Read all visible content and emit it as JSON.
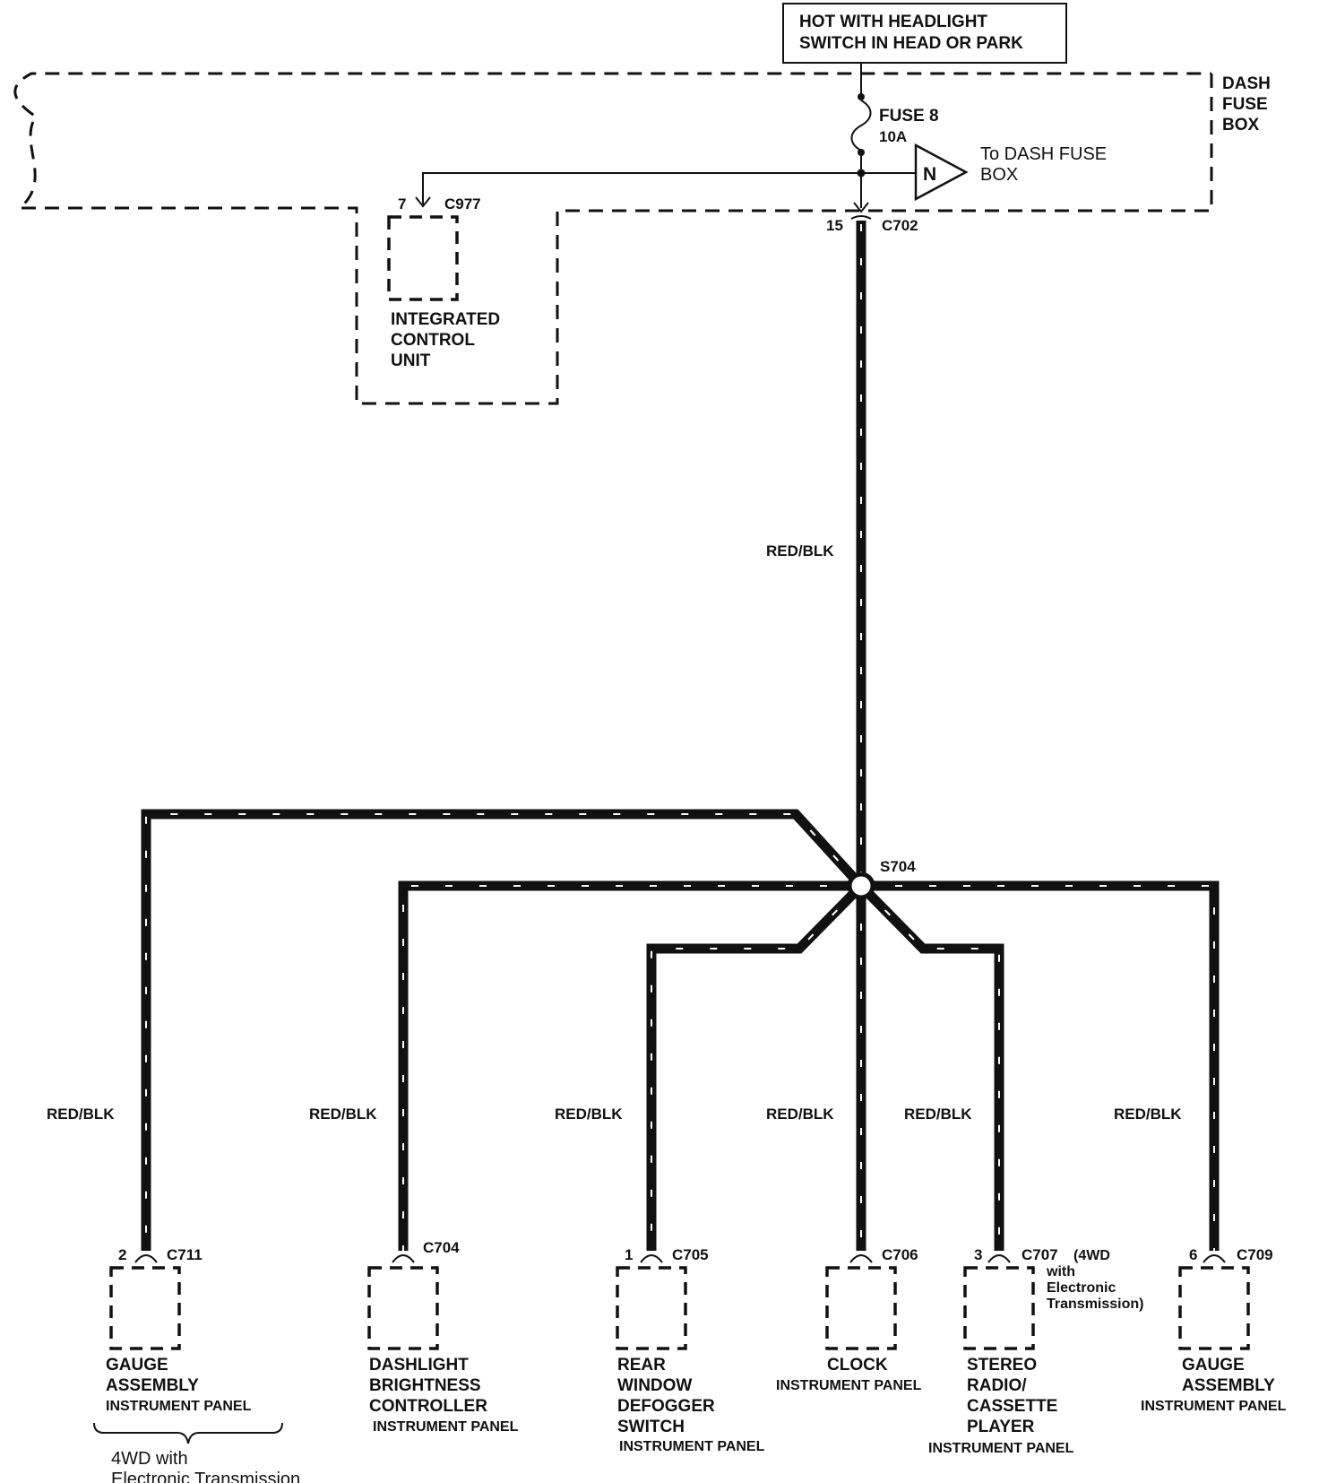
{
  "source_note": "HOT WITH HEADLIGHT\nSWITCH IN HEAD OR PARK",
  "source_note_lines": [
    "HOT  WITH HEADLIGHT",
    "SWITCH IN HEAD OR PARK"
  ],
  "fuse_box": {
    "lines": [
      "DASH",
      "FUSE",
      "BOX"
    ]
  },
  "fuse": {
    "label": "FUSE 8",
    "rating": "10A"
  },
  "to_dash": {
    "symbol": "N",
    "lines": [
      "To DASH FUSE",
      "BOX"
    ]
  },
  "icu": {
    "pin": "7",
    "connector": "C977",
    "lines": [
      "INTEGRATED",
      "CONTROL",
      "UNIT"
    ]
  },
  "main_connector": {
    "pin": "15",
    "connector": "C702"
  },
  "main_wire": {
    "color": "RED/BLK"
  },
  "splice": {
    "label": "S704"
  },
  "branches": [
    {
      "wire": "RED/BLK",
      "pin": "2",
      "connector": "C711",
      "name_lines": [
        "GAUGE",
        "ASSEMBLY"
      ],
      "location": "INSTRUMENT PANEL"
    },
    {
      "wire": "RED/BLK",
      "pin": "",
      "connector": "C704",
      "name_lines": [
        "DASHLIGHT",
        "BRIGHTNESS",
        "CONTROLLER"
      ],
      "location": "INSTRUMENT PANEL"
    },
    {
      "wire": "RED/BLK",
      "pin": "1",
      "connector": "C705",
      "name_lines": [
        "REAR",
        "WINDOW",
        "DEFOGGER",
        "SWITCH"
      ],
      "location": "INSTRUMENT PANEL"
    },
    {
      "wire": "RED/BLK",
      "pin": "",
      "connector": "C706",
      "name_lines": [
        "CLOCK"
      ],
      "location": "INSTRUMENT PANEL"
    },
    {
      "wire": "RED/BLK",
      "pin": "3",
      "connector": "C707",
      "name_lines": [
        "STEREO",
        "RADIO/",
        "CASSETTE",
        "PLAYER"
      ],
      "location": "INSTRUMENT PANEL"
    },
    {
      "wire": "RED/BLK",
      "pin": "6",
      "connector": "C709",
      "name_lines": [
        "GAUGE",
        "ASSEMBLY"
      ],
      "location": "INSTRUMENT PANEL"
    }
  ],
  "c707_note_lines": [
    "(4WD",
    "with",
    "Electronic",
    "Transmission)"
  ],
  "bottom_note_lines": [
    "4WD with",
    "Electronic Transmission"
  ]
}
